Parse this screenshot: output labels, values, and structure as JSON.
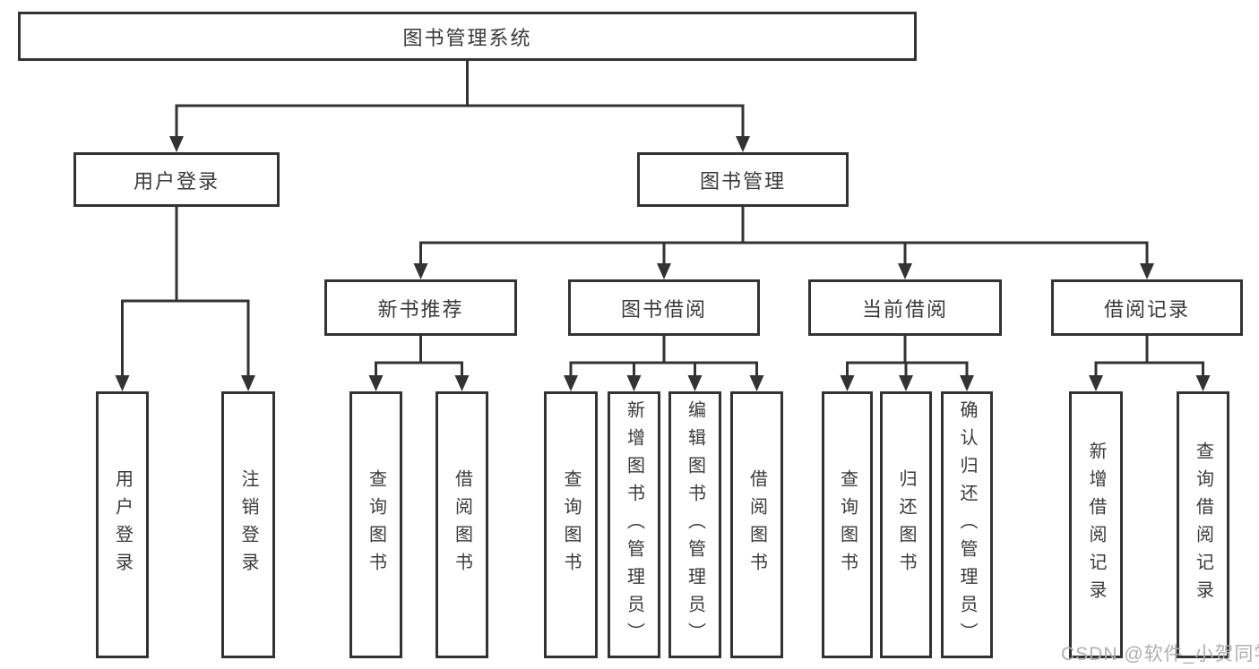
{
  "diagram_title": "图书管理系统",
  "tree": {
    "label": "图书管理系统",
    "children": [
      {
        "label": "用户登录",
        "children": [
          {
            "label": "用户登录"
          },
          {
            "label": "注销登录"
          }
        ]
      },
      {
        "label": "图书管理",
        "children": [
          {
            "label": "新书推荐",
            "children": [
              {
                "label": "查询图书"
              },
              {
                "label": "借阅图书"
              }
            ]
          },
          {
            "label": "图书借阅",
            "children": [
              {
                "label": "查询图书"
              },
              {
                "label": "新增图书（管理员）"
              },
              {
                "label": "编辑图书（管理员）"
              },
              {
                "label": "借阅图书"
              }
            ]
          },
          {
            "label": "当前借阅",
            "children": [
              {
                "label": "查询图书"
              },
              {
                "label": "归还图书"
              },
              {
                "label": "确认归还（管理员）"
              }
            ]
          },
          {
            "label": "借阅记录",
            "children": [
              {
                "label": "新增借阅记录"
              },
              {
                "label": "查询借阅记录"
              }
            ]
          }
        ]
      }
    ]
  },
  "watermark": {
    "text": "CSDN @软件_小贺同学"
  },
  "colors": {
    "line": "#333333",
    "text": "#3a3a3a",
    "watermark": "#b0b0b0",
    "background": "#ffffff"
  }
}
